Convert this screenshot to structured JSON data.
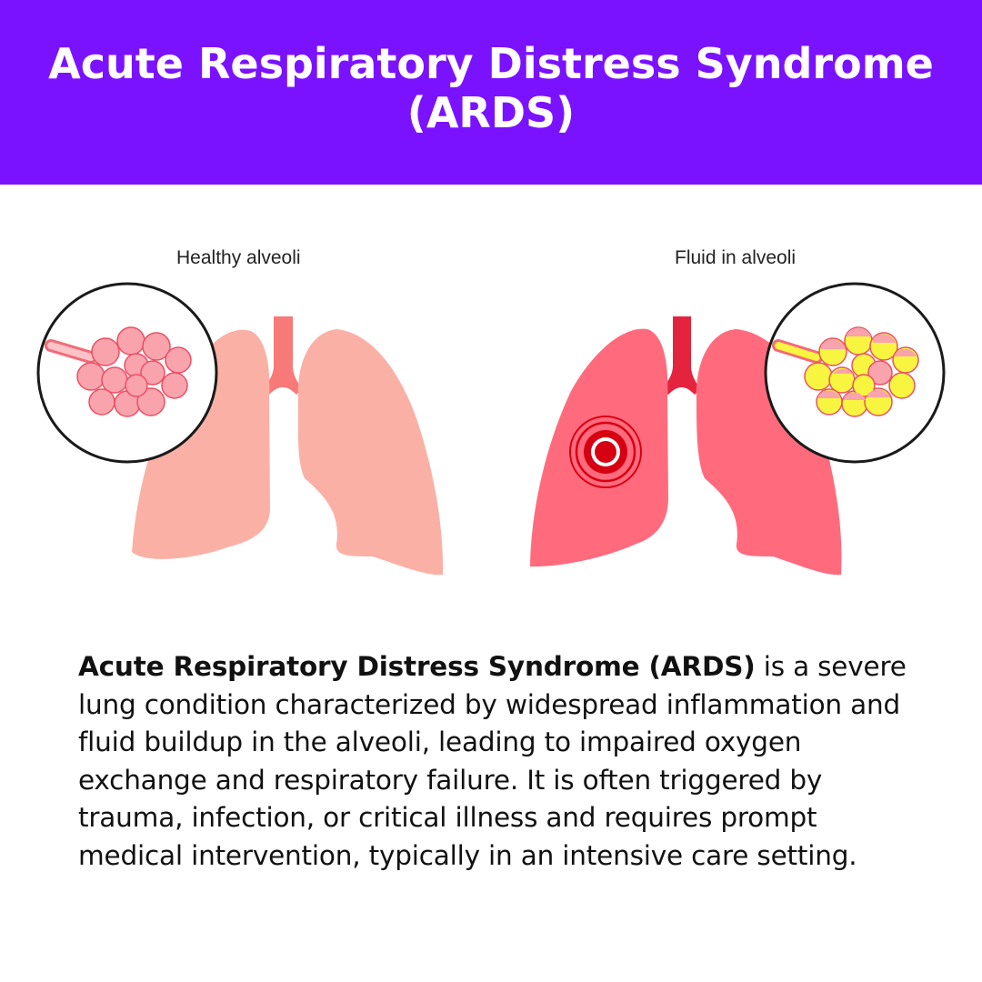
{
  "header": {
    "title": "Acute Respiratory Distress Syndrome (ARDS)",
    "background": "#7a12ff"
  },
  "illustration": {
    "healthy_label": "Healthy alveoli",
    "fluid_label": "Fluid in alveoli",
    "colors": {
      "healthy_lung": "#fbb0a6",
      "healthy_trachea": "#f77a78",
      "healthy_alveoli": "#f9a3ad",
      "affected_lung": "#ff6b7d",
      "affected_trachea": "#e4233f",
      "fluid": "#f8f540",
      "inflammation": "#d60012"
    }
  },
  "description": {
    "bold": "Acute Respiratory Distress Syndrome (ARDS)",
    "text": " is a severe lung condition characterized by widespread inflammation and fluid buildup in the alveoli, leading to impaired oxygen exchange and respiratory failure. It is often triggered by trauma, infection, or critical illness and requires prompt medical intervention, typically in an intensive care setting."
  }
}
